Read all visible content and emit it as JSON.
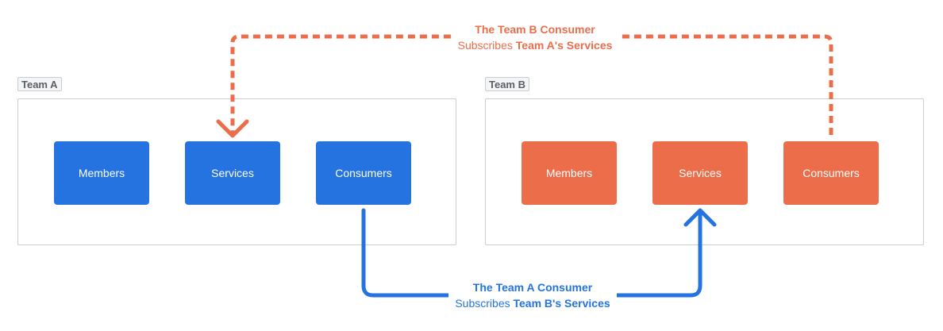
{
  "team_a": {
    "label": "Team A",
    "nodes": {
      "members": "Members",
      "services": "Services",
      "consumers": "Consumers"
    }
  },
  "team_b": {
    "label": "Team B",
    "nodes": {
      "members": "Members",
      "services": "Services",
      "consumers": "Consumers"
    }
  },
  "flow_b_to_a": {
    "title": "The Team B Consumer",
    "verb": "Subscribes",
    "target": "Team A's Services"
  },
  "flow_a_to_b": {
    "title": "The Team A Consumer",
    "verb": "Subscribes",
    "target": "Team B's Services"
  },
  "colors": {
    "team_a": "#2473e0",
    "team_b": "#eb6d4a",
    "border": "#c9ccd0"
  }
}
